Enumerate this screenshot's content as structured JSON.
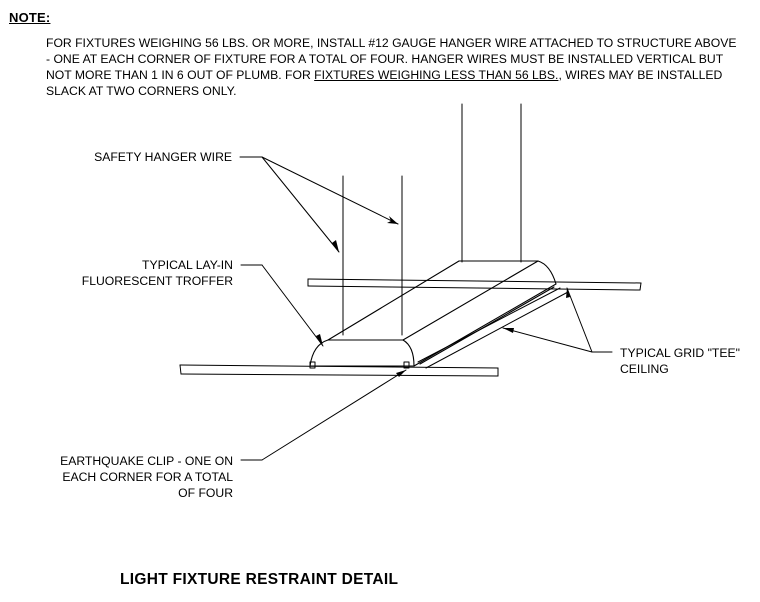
{
  "note": {
    "heading": "NOTE:",
    "lines": [
      "FOR FIXTURES WEIGHING 56 LBS. OR MORE, INSTALL #12 GAUGE HANGER WIRE ATTACHED TO STRUCTURE ABOVE",
      "- ONE AT EACH CORNER OF FIXTURE FOR A TOTAL OF FOUR. HANGER WIRES MUST BE INSTALLED VERTICAL BUT",
      "NOT MORE THAN 1 IN 6 OUT OF PLUMB. FOR ",
      "FIXTURES WEIGHING LESS THAN 56 LBS.",
      ", WIRES MAY BE INSTALLED",
      "SLACK AT TWO CORNERS ONLY."
    ]
  },
  "callouts": {
    "safety_hanger_wire": "SAFETY HANGER WIRE",
    "troffer_line1": "TYPICAL LAY-IN",
    "troffer_line2": "FLUORESCENT TROFFER",
    "grid_line1": "TYPICAL GRID \"TEE\"",
    "grid_line2": "CEILING",
    "clip_line1": "EARTHQUAKE CLIP - ONE ON",
    "clip_line2": "EACH CORNER FOR A TOTAL",
    "clip_line3": "OF FOUR"
  },
  "title": "LIGHT FIXTURE RESTRAINT DETAIL"
}
